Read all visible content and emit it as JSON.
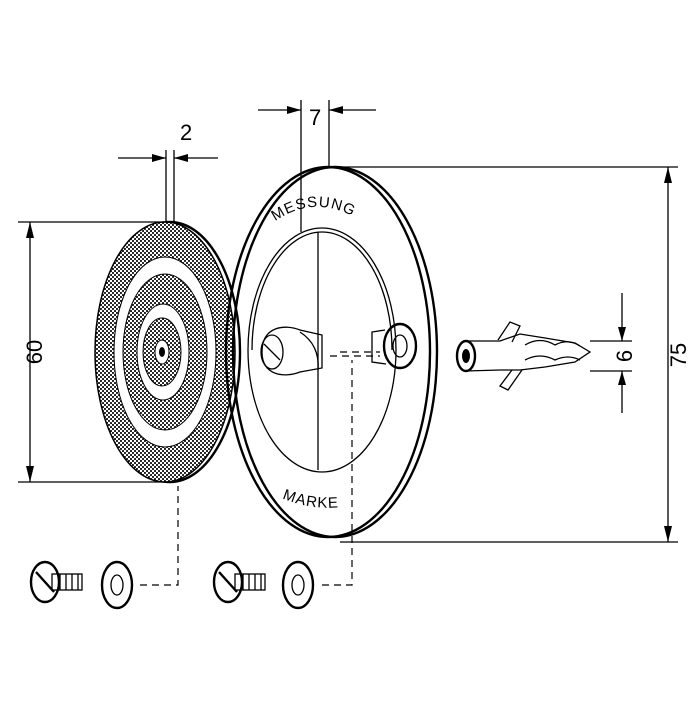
{
  "drawing": {
    "dimensions": {
      "disc_thickness": "2",
      "ring_thickness": "7",
      "disc_diameter": "60",
      "ring_diameter": "75",
      "dowel_diameter": "6"
    },
    "embossing": {
      "top": "MESSUNG",
      "bottom": "MARKE"
    }
  }
}
